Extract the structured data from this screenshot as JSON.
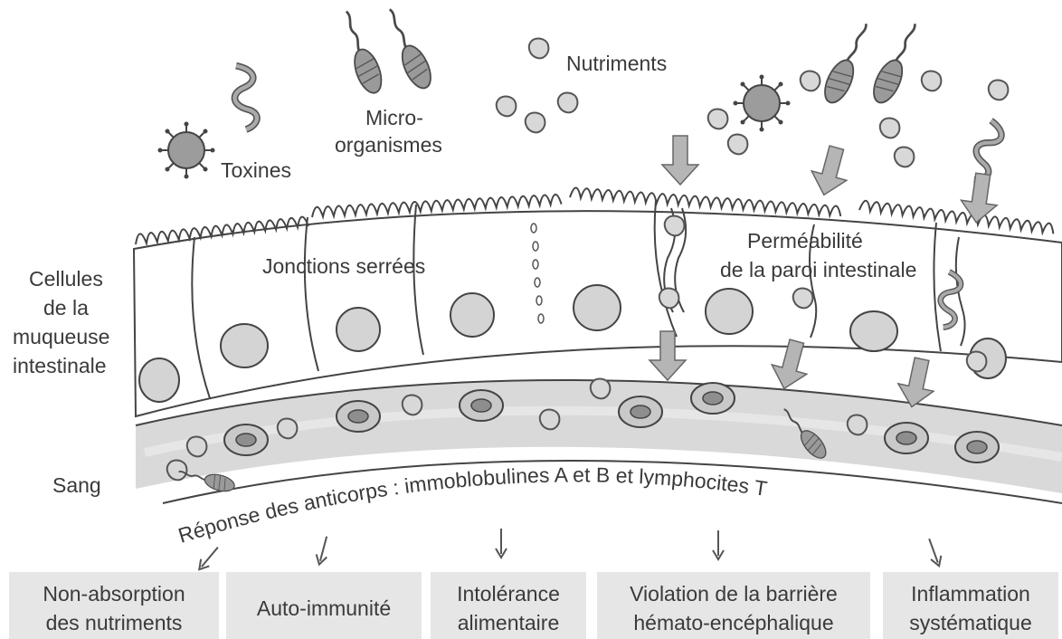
{
  "labels": {
    "nutriments": "Nutriments",
    "micro_1": "Micro-",
    "micro_2": "organismes",
    "toxines": "Toxines",
    "cellules_1": "Cellules",
    "cellules_2": "de la",
    "cellules_3": "muqueuse",
    "cellules_4": "intestinale",
    "jonctions": "Jonctions serrées",
    "permeabilite_1": "Perméabilité",
    "permeabilite_2": "de la paroi intestinale",
    "sang": "Sang",
    "reponse": "Réponse des anticorps : immoblobulines A et B et lymphocites T"
  },
  "outcomes": [
    {
      "line1": "Non-absorption",
      "line2": "des nutriments"
    },
    {
      "line1": "Auto-immunité",
      "line2": ""
    },
    {
      "line1": "Intolérance",
      "line2": "alimentaire"
    },
    {
      "line1": "Violation de la barrière",
      "line2": "hémato-encéphalique"
    },
    {
      "line1": "Inflammation",
      "line2": "systématique"
    }
  ],
  "colors": {
    "ink": "#3a3a3a",
    "blood_band": "#d9d9d9",
    "cell_fill": "#ffffff",
    "nucleus": "#d4d4d4",
    "arrow": "#b5b5b5",
    "outcome_box": "#e6e6e6"
  }
}
